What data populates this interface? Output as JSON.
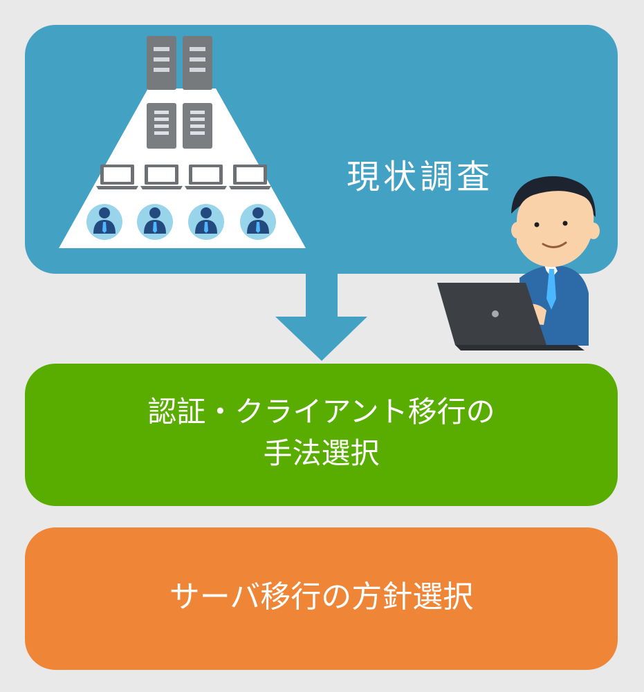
{
  "stages": [
    {
      "id": "survey",
      "label": "現状調査",
      "color": "#43a1c4"
    },
    {
      "id": "auth-client",
      "label_line1": "認証・クライアント移行の",
      "label_line2": "手法選択",
      "color": "#58ad00"
    },
    {
      "id": "server",
      "label": "サーバ移行の方針選択",
      "color": "#ef8536"
    }
  ],
  "illustration": {
    "pyramid_levels": [
      {
        "name": "servers",
        "count": 4,
        "icon": "server-icon"
      },
      {
        "name": "laptops",
        "count": 4,
        "icon": "laptop-icon"
      },
      {
        "name": "users",
        "count": 4,
        "icon": "user-icon"
      }
    ],
    "operator": {
      "icon": "operator-icon"
    },
    "flow_arrow": {
      "icon": "down-arrow-icon",
      "color": "#43a1c4"
    }
  },
  "colors": {
    "background": "#e9e9e9",
    "text": "#ffffff"
  }
}
